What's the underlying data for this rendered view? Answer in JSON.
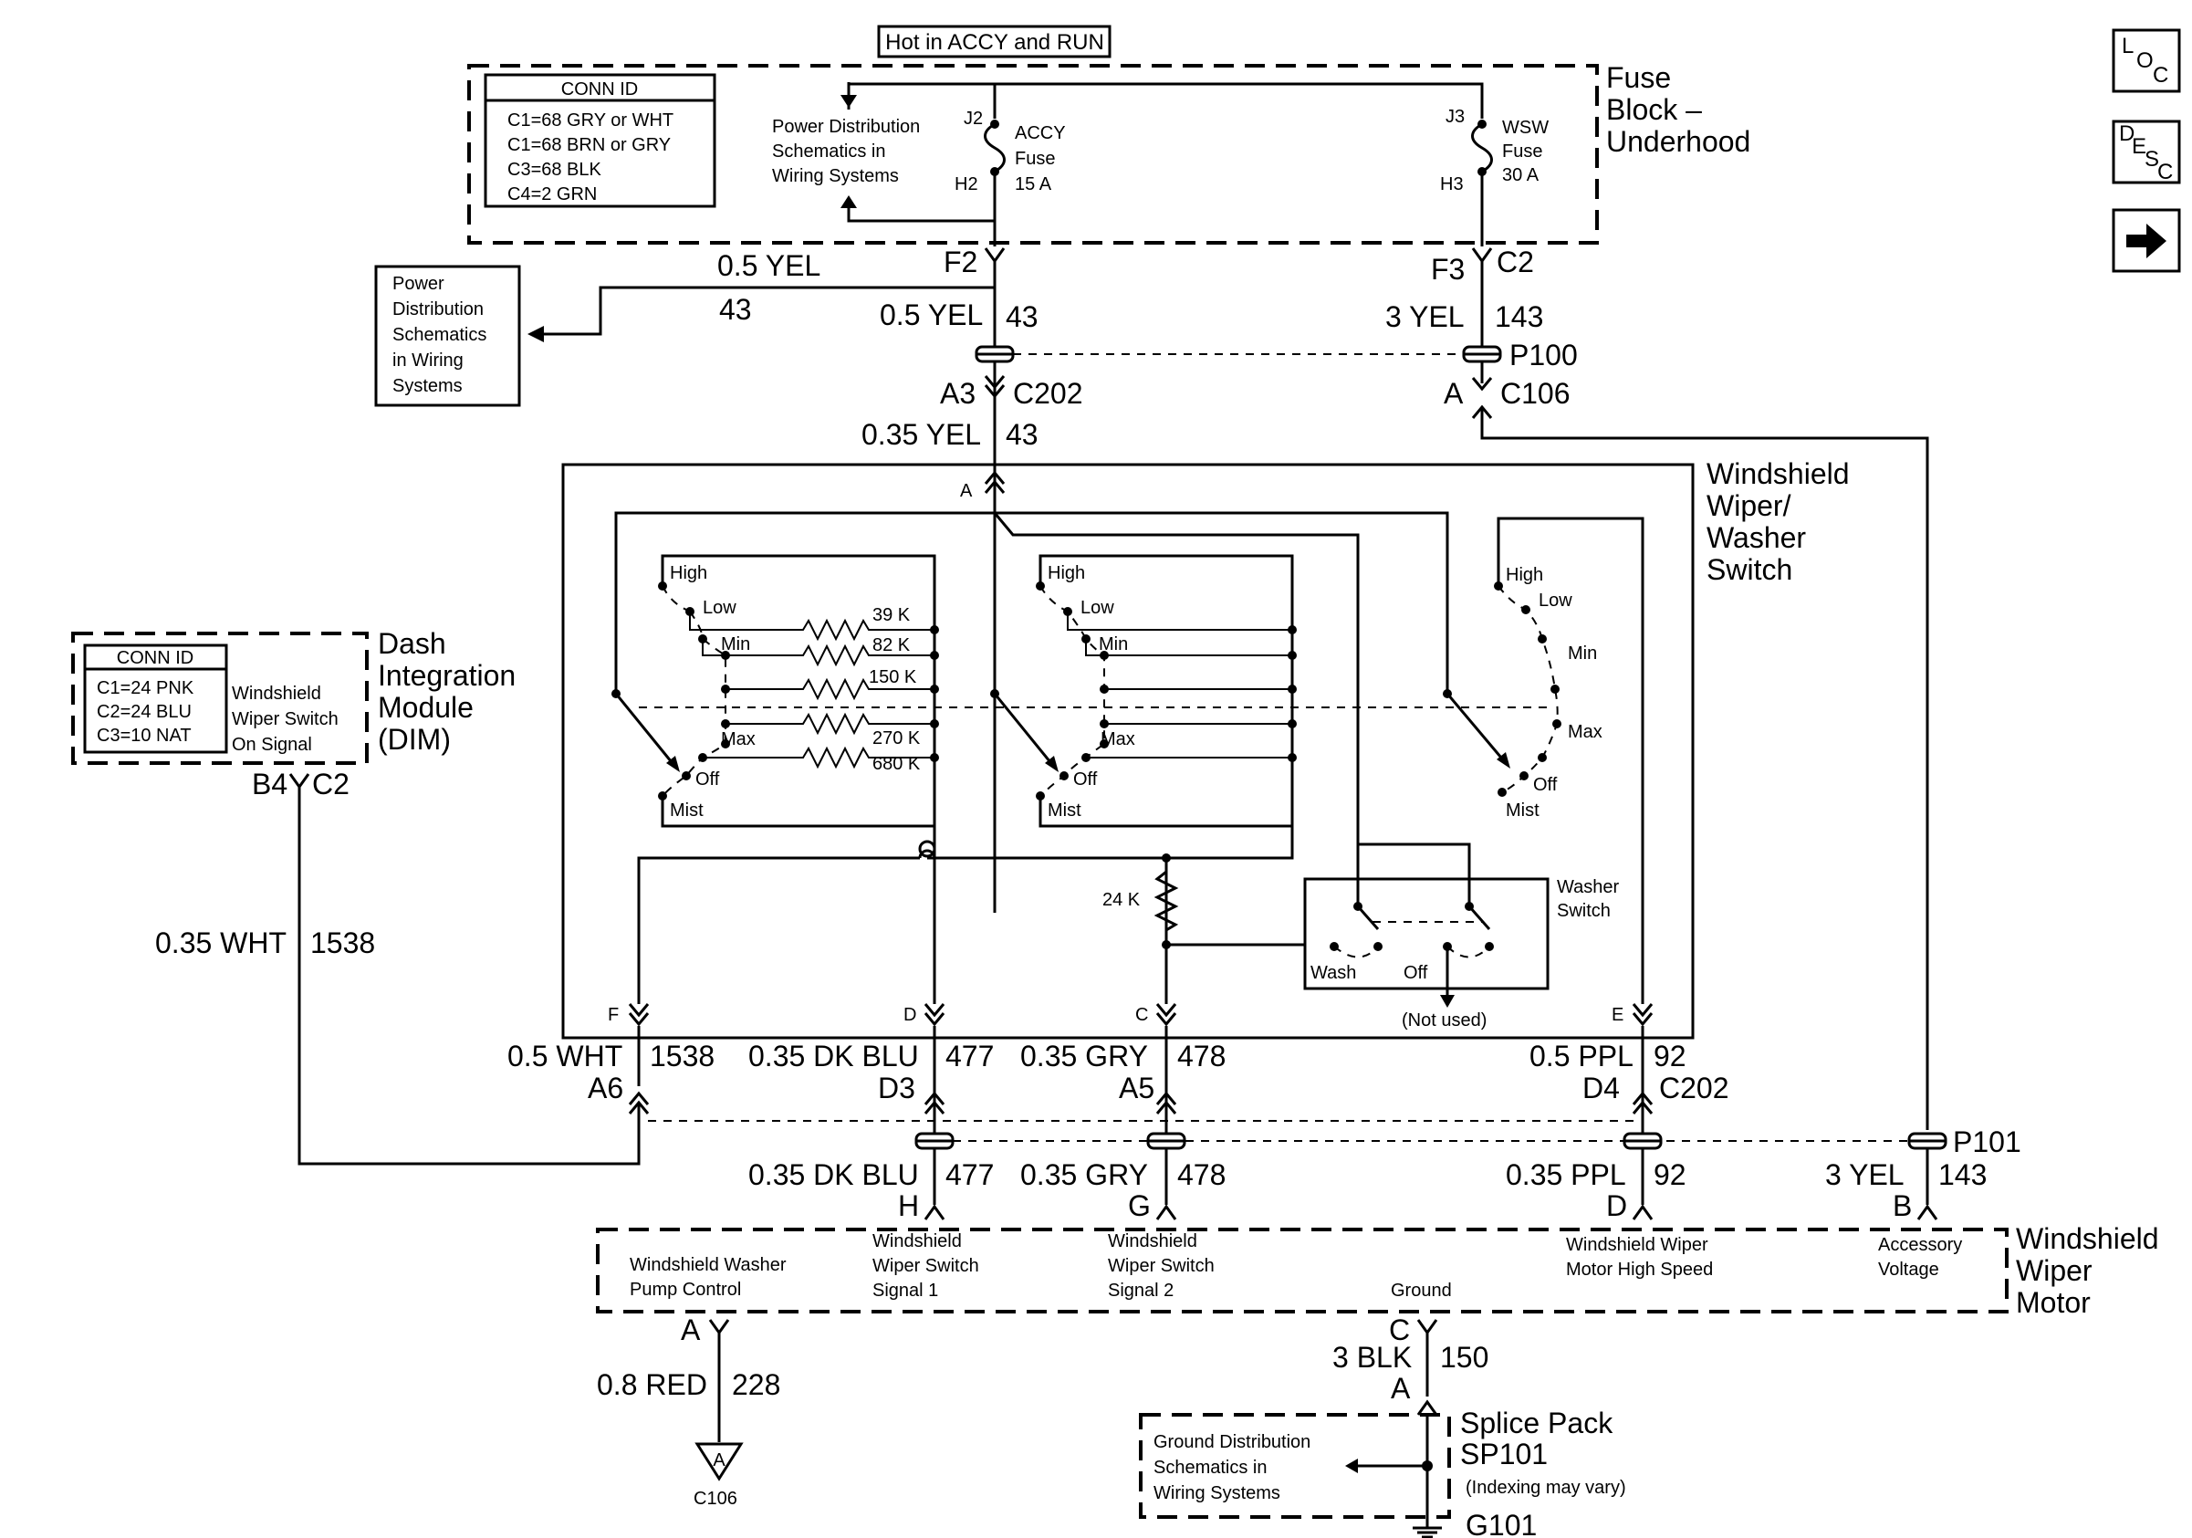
{
  "header": {
    "power_note": "Hot in ACCY and RUN"
  },
  "nav_buttons": [
    {
      "label": "LOC",
      "icon": "loc-icon"
    },
    {
      "label": "DESC",
      "icon": "desc-icon"
    },
    {
      "label": "",
      "icon": "next-arrow-icon"
    }
  ],
  "fuse_block": {
    "title": [
      "Fuse",
      "Block –",
      "Underhood"
    ],
    "conn_title": "CONN ID",
    "conn_rows": [
      "C1=68 GRY or WHT",
      "C1=68 BRN or GRY",
      "C3=68 BLK",
      "C4=2 GRN"
    ],
    "pd_note": [
      "Power Distribution",
      "Schematics in",
      "Wiring Systems"
    ],
    "fuse_accy": {
      "in": "J2",
      "out": "H2",
      "label": [
        "ACCY",
        "Fuse",
        "15 A"
      ]
    },
    "fuse_wsw": {
      "in": "J3",
      "out": "H3",
      "label": [
        "WSW",
        "Fuse",
        "30 A"
      ]
    }
  },
  "pd_box": [
    "Power",
    "Distribution",
    "Schematics",
    "in Wiring",
    "Systems"
  ],
  "wires_top": {
    "f2": "F2",
    "f3": "F3",
    "c2": "C2",
    "branch_wire": "0.5 YEL",
    "branch_circuit": "43",
    "accy_wire": "0.5 YEL",
    "accy_circuit": "43",
    "wsw_wire": "3 YEL",
    "wsw_circuit": "143",
    "p100": "P100",
    "a3": "A3",
    "c202": "C202",
    "a": "A",
    "c106": "C106",
    "sw_wire": "0.35 YEL",
    "sw_circuit": "43"
  },
  "switch": {
    "title": [
      "Windshield",
      "Wiper/",
      "Washer",
      "Switch"
    ],
    "pin_a": "A",
    "left_labels": [
      "High",
      "Low",
      "Min",
      "Max",
      "Off",
      "Mist"
    ],
    "resistors": [
      "39 K",
      "82 K",
      "150 K",
      "270 K",
      "680 K"
    ],
    "mid_labels": [
      "High",
      "Low",
      "Min",
      "Max",
      "Off",
      "Mist"
    ],
    "right_labels": [
      "High",
      "Low",
      "Min",
      "Max",
      "Off",
      "Mist"
    ],
    "r24k": "24 K",
    "washer_title": [
      "Washer",
      "Switch"
    ],
    "wash": "Wash",
    "off": "Off",
    "not_used": "(Not used)",
    "pins": [
      "F",
      "D",
      "C",
      "E"
    ]
  },
  "dim": {
    "title": [
      "Dash",
      "Integration",
      "Module",
      "(DIM)"
    ],
    "conn_title": "CONN ID",
    "conn_rows": [
      "C1=24 PNK",
      "C2=24 BLU",
      "C3=10 NAT"
    ],
    "signal": [
      "Windshield",
      "Wiper Switch",
      "On Signal"
    ],
    "pin": "B4",
    "conn": "C2",
    "wire": "0.35 WHT",
    "circuit": "1538"
  },
  "wires_bottom": {
    "f_wire": "0.5 WHT",
    "f_circuit": "1538",
    "f_cav": "A6",
    "d_wire": "0.35 DK BLU",
    "d_circuit": "477",
    "d_cav": "D3",
    "c_wire": "0.35 GRY",
    "c_circuit": "478",
    "c_cav": "A5",
    "e_wire": "0.5 PPL",
    "e_circuit": "92",
    "e_cav": "D4",
    "c202": "C202",
    "p101": "P101",
    "h_wire": "0.35 DK BLU",
    "h_circuit": "477",
    "h_pin": "H",
    "g_wire": "0.35 GRY",
    "g_circuit": "478",
    "g_pin": "G",
    "dd_wire": "0.35 PPL",
    "dd_circuit": "92",
    "dd_pin": "D",
    "b_wire": "3 YEL",
    "b_circuit": "143",
    "b_pin": "B"
  },
  "motor": {
    "title": [
      "Windshield",
      "Wiper",
      "Motor"
    ],
    "pump": [
      "Windshield Washer",
      "Pump Control"
    ],
    "sig1": [
      "Windshield",
      "Wiper Switch",
      "Signal 1"
    ],
    "sig2": [
      "Windshield",
      "Wiper Switch",
      "Signal 2"
    ],
    "high": [
      "Windshield Wiper",
      "Motor High Speed"
    ],
    "acc": [
      "Accessory",
      "Voltage"
    ],
    "ground": "Ground",
    "pin_a": "A",
    "pin_c": "C"
  },
  "bottom": {
    "red_wire": "0.8 RED",
    "red_circuit": "228",
    "tri_label": "A",
    "c106": "C106",
    "blk_wire": "3 BLK",
    "blk_circuit": "150",
    "blk_pin": "A",
    "splice_title": [
      "Splice Pack",
      "SP101",
      "(Indexing may vary)"
    ],
    "gd_note": [
      "Ground Distribution",
      "Schematics in",
      "Wiring Systems"
    ],
    "g101": "G101"
  }
}
